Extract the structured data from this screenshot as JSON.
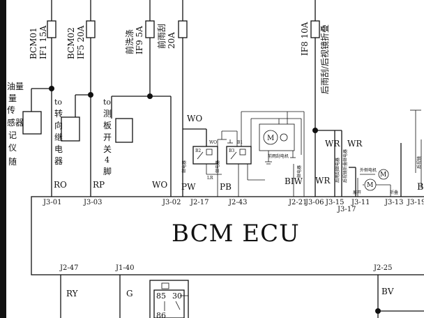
{
  "fuses": [
    {
      "id": "bcm01",
      "name": "BCM01",
      "rating": "IF1 15A"
    },
    {
      "id": "bcm02",
      "name": "BCM02",
      "rating": "IF5 20A"
    },
    {
      "id": "washer",
      "name": "前洗涤",
      "rating": "IF9 5A"
    },
    {
      "id": "front-wiper",
      "name": "前雨刮",
      "rating": "20A"
    },
    {
      "id": "rear",
      "name": "IF8 10A",
      "rating": "后雨刮/后视镜折叠"
    }
  ],
  "left_labels": [
    "油量",
    "量",
    "传",
    "感器/",
    "记",
    "仪",
    "随"
  ],
  "sub_blocks": {
    "turn_relay": "to 转向继电器",
    "dash_switch": "to 测板开关 4 脚"
  },
  "wire_codes": {
    "ro": "RO",
    "rp": "RP",
    "wo": "WO",
    "wo_upper": "WO",
    "pw": "PW",
    "pb": "PB",
    "biw": "BIW",
    "wr1": "WR",
    "wr2": "WR",
    "wr_lower": "WR",
    "ry": "RY",
    "g": "G",
    "bv": "BV",
    "b_partial": "B"
  },
  "ecu": {
    "title": "BCM ECU",
    "pins_top": [
      "J3-01",
      "J3-03",
      "J3-02",
      "J2-17",
      "J2-43",
      "J2-21",
      "J3-06",
      "J3-15",
      "J3-17",
      "J3-11",
      "J3-13",
      "J3-19"
    ],
    "pins_bottom": [
      "J2-47",
      "J1-40",
      "J2-25"
    ]
  },
  "relay_pins": [
    "85",
    "30",
    "86"
  ],
  "small_texts": {
    "wo_tag": "WO",
    "lr": "LR",
    "b1": "B1",
    "b2": "B2",
    "b3": "B3",
    "motor_caption": "前雨刮电机",
    "wash_motor": "外侧电机",
    "rear_relay_a": "后雨刮继电器",
    "rear_relay_b": "后视镜折叠继电器",
    "rear_high": "后视镜",
    "fold_a": "展开",
    "fold_b": "折叠",
    "relay_a": "继电器",
    "relay_b": "继电器",
    "relay_c": "继电器"
  },
  "colors": {
    "ink": "#111111",
    "background": "#ffffff"
  }
}
